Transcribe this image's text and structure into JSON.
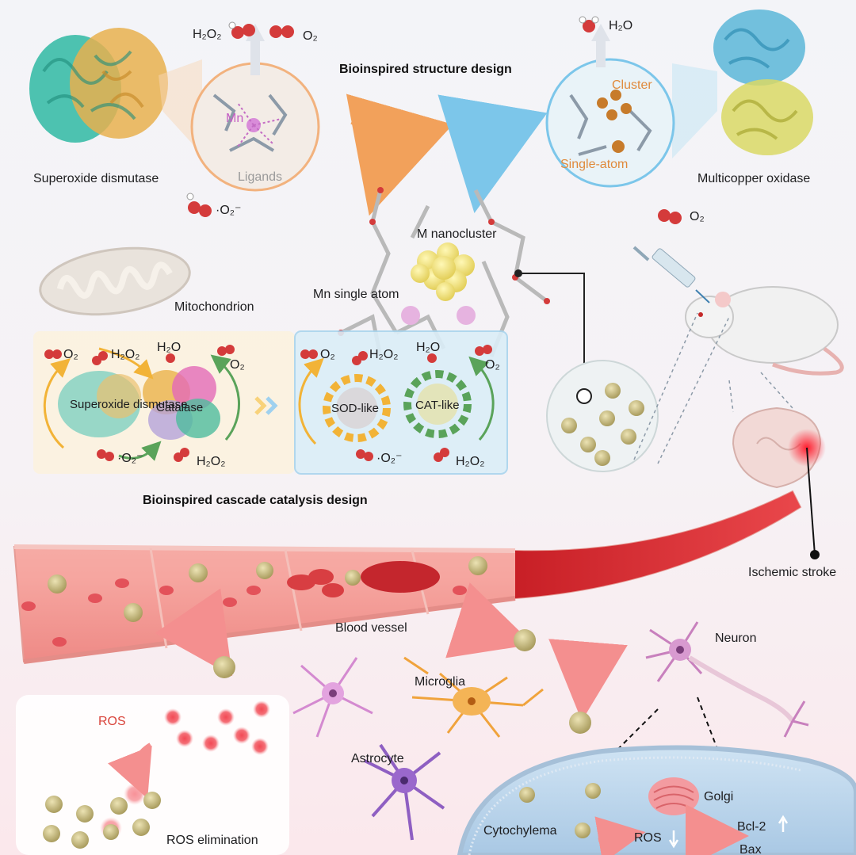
{
  "top": {
    "sod_enzyme": "Superoxide dismutase",
    "mco_enzyme": "Multicopper oxidase",
    "structure_title": "Bioinspired structure design",
    "mn_label": "Mn",
    "ligands_label": "Ligands",
    "cluster_label": "Cluster",
    "single_atom_label": "Single-atom",
    "left_products": "H₂O₂",
    "left_o2": "O₂",
    "left_reactant": "·O₂⁻",
    "right_product": "H₂O",
    "right_reactant": "O₂"
  },
  "middle": {
    "m_nanocluster": "M nanocluster",
    "mn_single_atom": "Mn single atom",
    "mitochondrion": "Mitochondrion",
    "natural_cascade": {
      "o2": "O₂",
      "h2o2_top": "H₂O₂",
      "h2o": "H₂O",
      "o2_right": "O₂",
      "enzyme1": "Superoxide dismutase",
      "enzyme2": "Catalase",
      "superoxide": "·O₂⁻",
      "h2o2_bottom": "H₂O₂"
    },
    "nano_cascade": {
      "o2": "O₂",
      "h2o2_top": "H₂O₂",
      "h2o": "H₂O",
      "o2_right": "O₂",
      "sod_like": "SOD-like",
      "cat_like": "CAT-like",
      "superoxide": "·O₂⁻",
      "h2o2_bottom": "H₂O₂"
    },
    "cascade_title": "Bioinspired cascade catalysis design",
    "ischemic_stroke": "Ischemic stroke"
  },
  "bottom": {
    "blood_vessel": "Blood vessel",
    "neuron": "Neuron",
    "microglia": "Microglia",
    "astrocyte": "Astrocyte",
    "ros": "ROS",
    "ros_elimination": "ROS elimination",
    "golgi": "Golgi",
    "cytochylema": "Cytochylema",
    "cell_ros": "ROS",
    "bcl2": "Bcl-2",
    "bax": "Bax"
  },
  "colors": {
    "sod_protein_teal": "#2fb9a3",
    "sod_protein_orange": "#e7b04f",
    "mco_blue": "#5ab6d8",
    "mco_yellow": "#d9d865",
    "nanoparticle": "#c9bf86",
    "vessel_red": "#d9363a",
    "orange_arrow": "#f2a15b",
    "blue_arrow": "#7cc6ea",
    "cycle_orange": "#f2b337",
    "cycle_green": "#5aa35a",
    "ros_red": "#f0535c"
  }
}
